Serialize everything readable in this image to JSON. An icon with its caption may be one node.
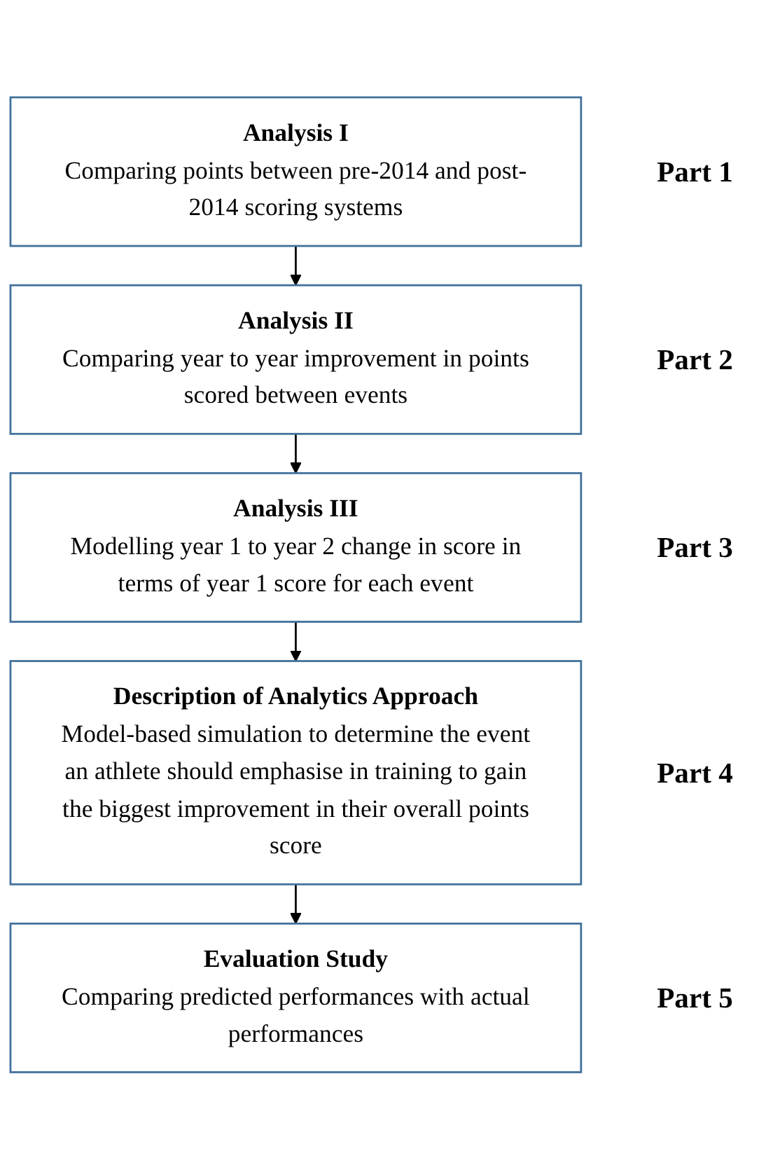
{
  "diagram": {
    "nodes": [
      {
        "text": [
          "Analysis I",
          "Comparing points between pre-2014 and post-2014 scoring systems"
        ],
        "beside": [
          "Part 1"
        ]
      },
      {
        "text": [
          "Analysis II",
          "Comparing year to year improvement in points scored between events"
        ],
        "beside": [
          "Part 2"
        ]
      },
      {
        "text": [
          "Analysis III",
          "Modelling year 1 to year 2 change in score in terms of year 1 score for each event"
        ],
        "beside": [
          "Part 3"
        ]
      },
      {
        "text": [
          "Description of Analytics Approach",
          "Model-based simulation to determine the event an athlete should emphasise in training to gain the biggest improvement in their overall points score"
        ],
        "beside": [
          "Part 4"
        ]
      },
      {
        "text": [
          "Evaluation Study",
          "Comparing predicted performances with actual performances"
        ],
        "beside": [
          "Part 5"
        ]
      }
    ],
    "edges": [
      {
        "from": 0,
        "to": 1,
        "arrow": "to"
      },
      {
        "from": 1,
        "to": 2,
        "arrow": "to"
      },
      {
        "from": 2,
        "to": 3,
        "arrow": "to"
      },
      {
        "from": 3,
        "to": 4,
        "arrow": "to"
      }
    ]
  }
}
